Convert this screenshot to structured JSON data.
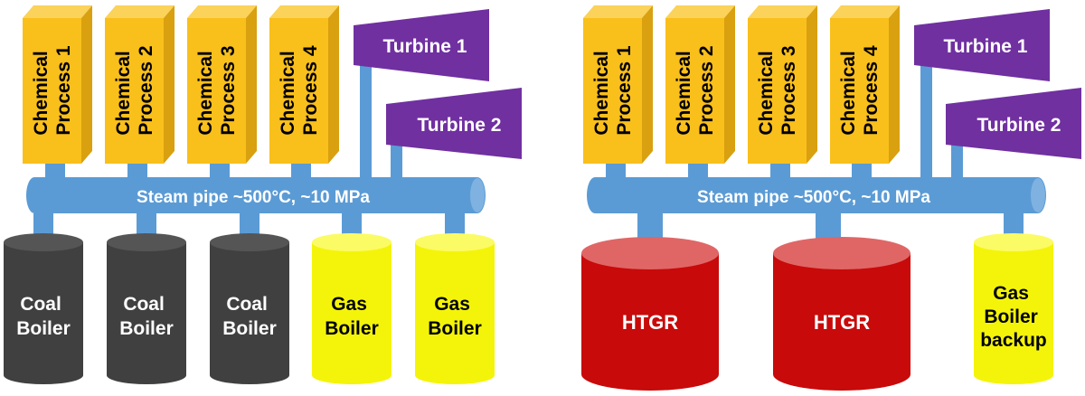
{
  "colors": {
    "process_fill": "#f9bf1b",
    "process_side": "#d9a010",
    "process_top": "#fbd25a",
    "pipe": "#5b9bd5",
    "pipe_end": "#7fb2e0",
    "turbine": "#7030a0",
    "coal": "#404040",
    "coal_top": "#555555",
    "gas": "#f4f40a",
    "gas_top": "#fbfb66",
    "htgr": "#c80a0a",
    "htgr_top": "#e06666",
    "white": "#ffffff",
    "dark_text": "#000000"
  },
  "left_diagram": {
    "processes": [
      "Chemical Process 1",
      "Chemical Process 2",
      "Chemical Process 3",
      "Chemical Process 4"
    ],
    "process_lines": [
      [
        "Chemical",
        "Process 1"
      ],
      [
        "Chemical",
        "Process 2"
      ],
      [
        "Chemical",
        "Process 3"
      ],
      [
        "Chemical",
        "Process 4"
      ]
    ],
    "turbines": [
      "Turbine 1",
      "Turbine 2"
    ],
    "pipe_label": "Steam pipe ~500°C, ~10 MPa",
    "boilers": [
      {
        "kind": "coal",
        "lines": [
          "Coal",
          "Boiler"
        ]
      },
      {
        "kind": "coal",
        "lines": [
          "Coal",
          "Boiler"
        ]
      },
      {
        "kind": "coal",
        "lines": [
          "Coal",
          "Boiler"
        ]
      },
      {
        "kind": "gas",
        "lines": [
          "Gas",
          "Boiler"
        ]
      },
      {
        "kind": "gas",
        "lines": [
          "Gas",
          "Boiler"
        ]
      }
    ]
  },
  "right_diagram": {
    "processes": [
      "Chemical Process 1",
      "Chemical Process 2",
      "Chemical Process 3",
      "Chemical Process 4"
    ],
    "process_lines": [
      [
        "Chemical",
        "Process 1"
      ],
      [
        "Chemical",
        "Process 2"
      ],
      [
        "Chemical",
        "Process 3"
      ],
      [
        "Chemical",
        "Process 4"
      ]
    ],
    "turbines": [
      "Turbine 1",
      "Turbine 2"
    ],
    "pipe_label": "Steam pipe ~500°C, ~10 MPa",
    "boilers": [
      {
        "kind": "htgr",
        "lines": [
          "HTGR"
        ]
      },
      {
        "kind": "htgr",
        "lines": [
          "HTGR"
        ]
      },
      {
        "kind": "gas",
        "lines": [
          "Gas",
          "Boiler",
          "backup"
        ]
      }
    ]
  }
}
